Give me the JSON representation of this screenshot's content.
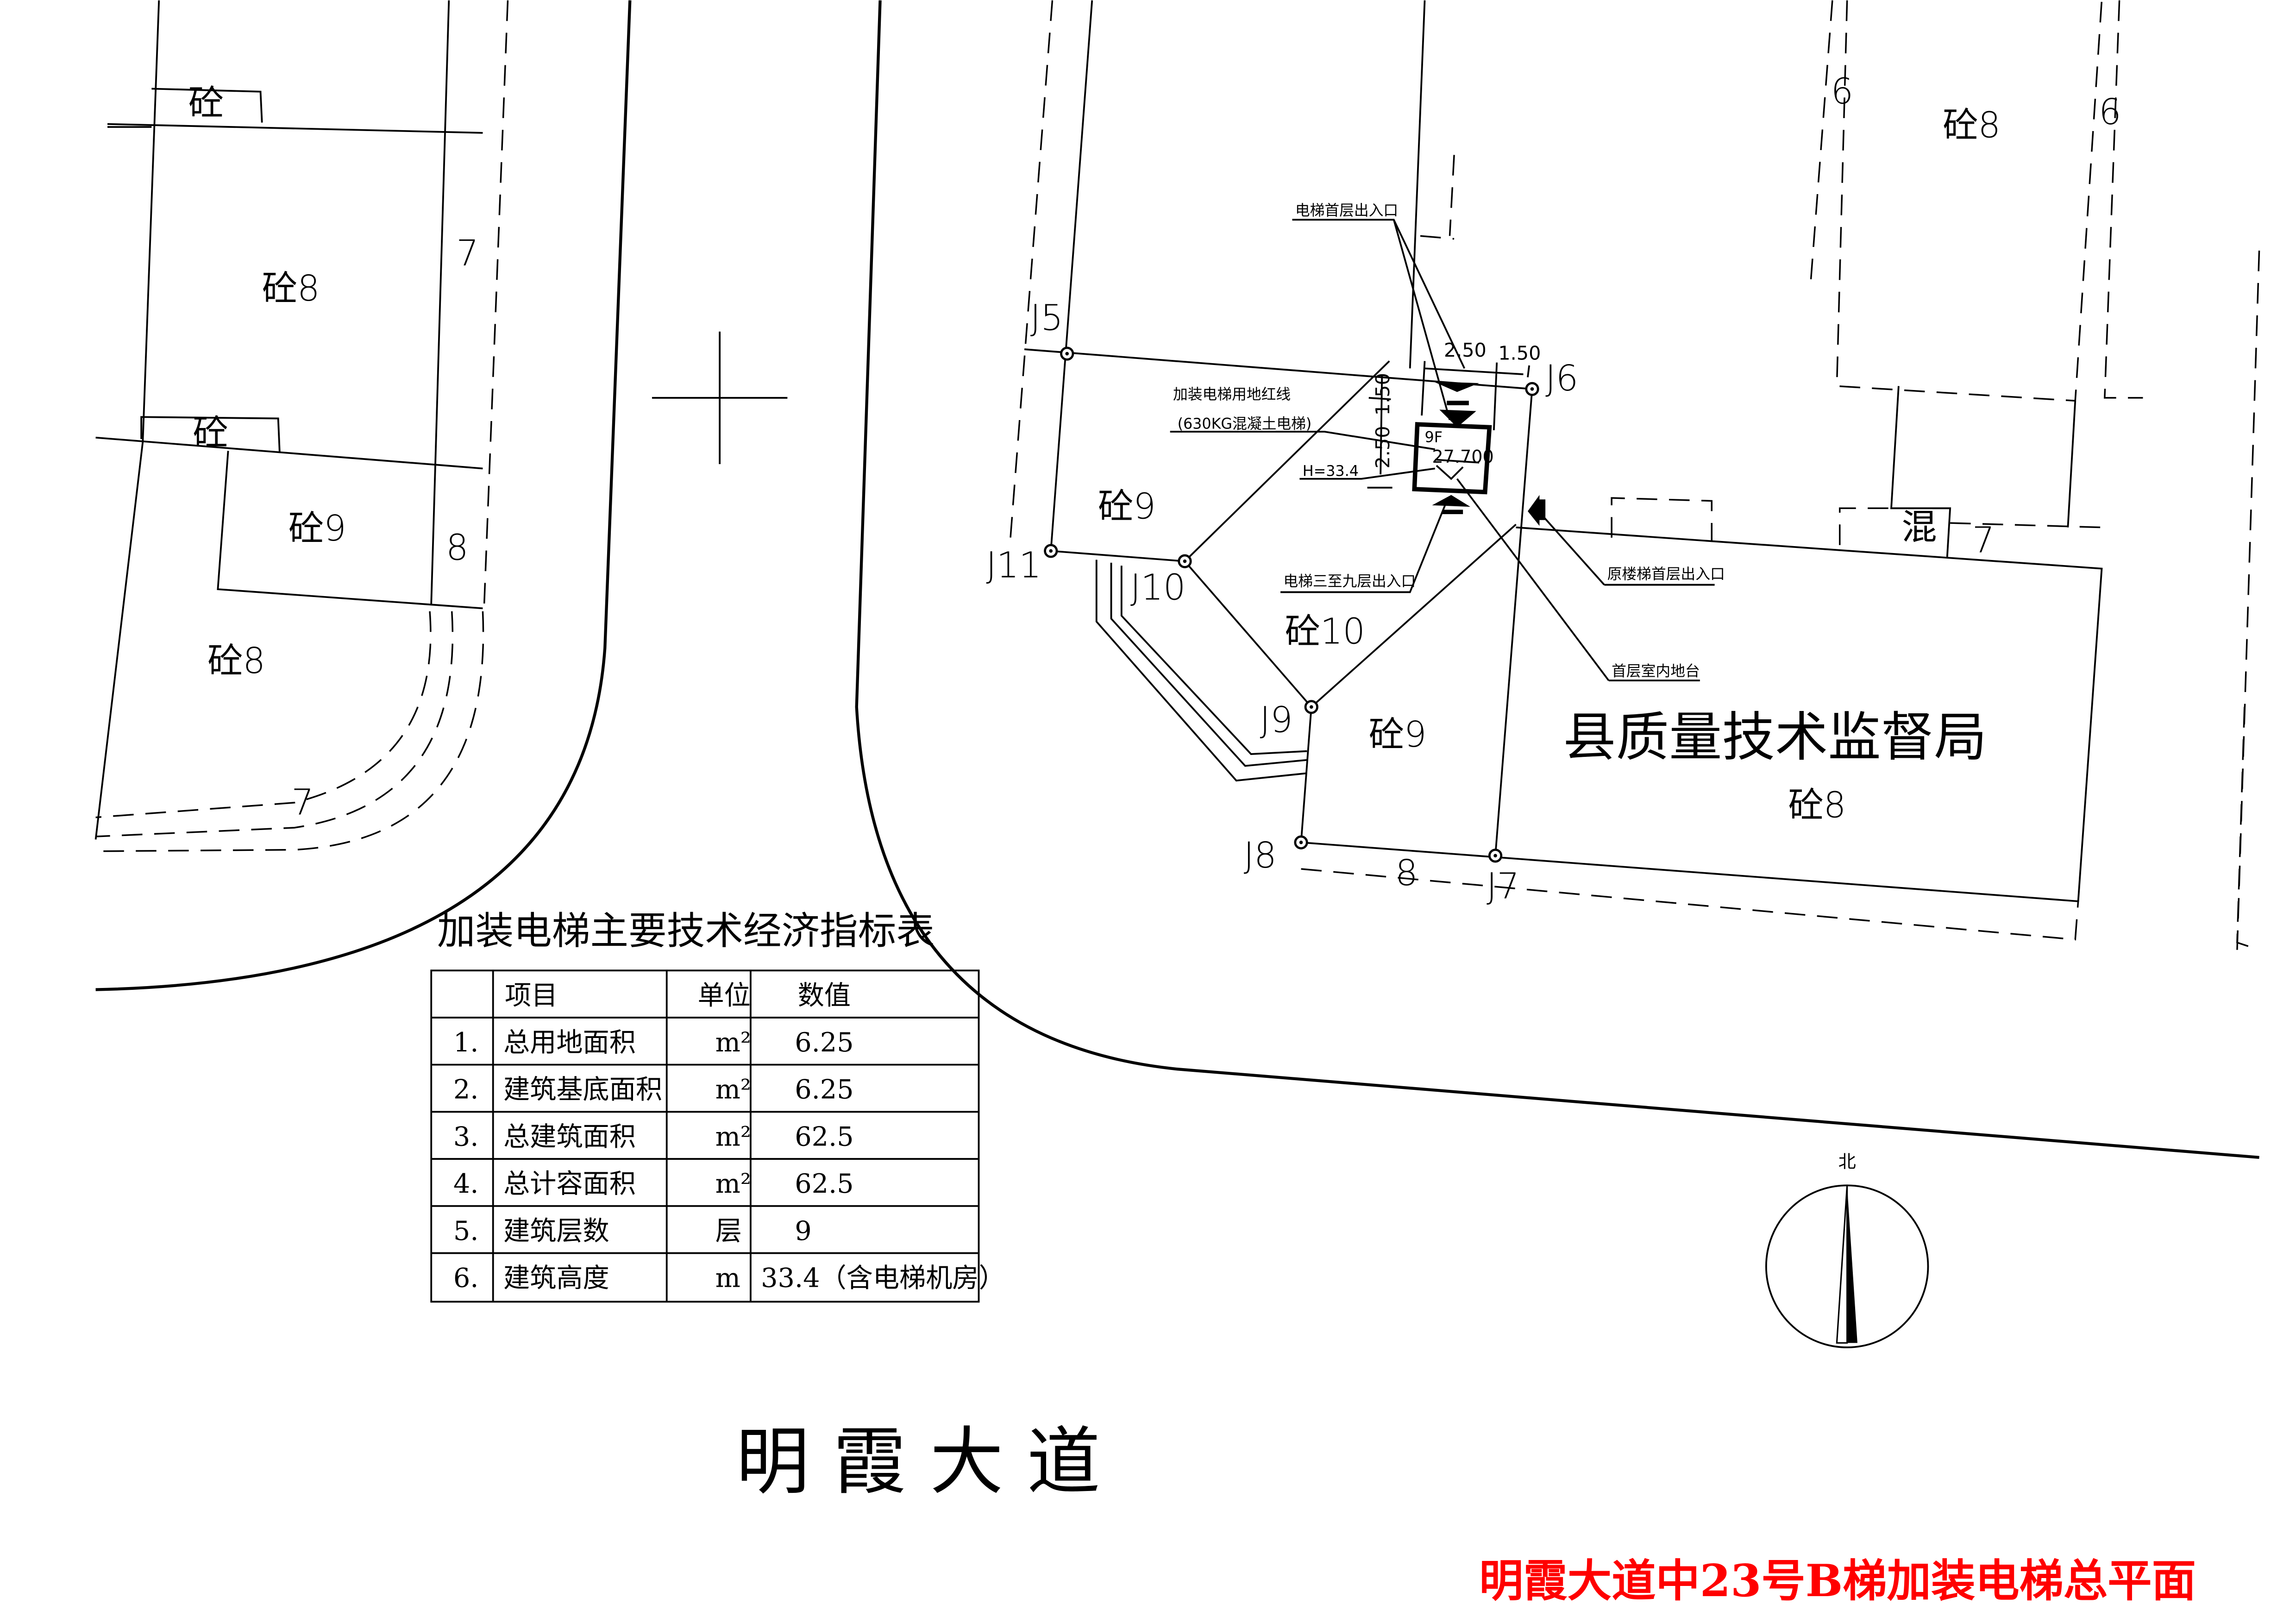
{
  "drawing": {
    "title": "明霞大道中23号B梯加装电梯总平面",
    "title_color": "#ff0000",
    "road_name": "明 霞 大 道",
    "north_label": "北",
    "building_name": "县质量技术监督局"
  },
  "left_block_labels": [
    "砼",
    "砼8",
    "7",
    "砼",
    "砼9",
    "8",
    "砼8",
    "7"
  ],
  "right_block_labels": {
    "b1": "砼9",
    "b2": "砼10",
    "b3": "砼9",
    "b4": "砼8",
    "b5": "8",
    "b6": "砼8",
    "b7": "6",
    "b8": "6",
    "b9": "混",
    "b10": "7"
  },
  "points": {
    "J5": "J5",
    "J6": "J6",
    "J7": "J7",
    "J8": "J8",
    "J9": "J9",
    "J10": "J10",
    "J11": "J11"
  },
  "annotations": {
    "elev_ground_entry": "电梯首层出入口",
    "red_line": "加装电梯用地红线",
    "elev_type": "(630KG混凝土电梯)",
    "height": "H=33.4",
    "floors_entry": "电梯三至九层出入口",
    "orig_stair_entry": "原楼梯首层出入口",
    "ground_floor_level": "首层室内地台",
    "floors": "9F",
    "elevation": "27.700"
  },
  "dimensions": {
    "d1": "2.50",
    "d2": "1.50",
    "d3": "1.50",
    "d4": "2.50"
  },
  "table": {
    "title": "加装电梯主要技术经济指标表",
    "headers": [
      "",
      "项目",
      "单位",
      "数值"
    ],
    "rows": [
      [
        "1.",
        "总用地面积",
        "m²",
        "6.25"
      ],
      [
        "2.",
        "建筑基底面积",
        "m²",
        "6.25"
      ],
      [
        "3.",
        "总建筑面积",
        "m²",
        "62.5"
      ],
      [
        "4.",
        "总计容面积",
        "m²",
        "62.5"
      ],
      [
        "5.",
        "建筑层数",
        "层",
        "9"
      ],
      [
        "6.",
        "建筑高度",
        "m",
        "33.4（含电梯机房）"
      ]
    ]
  }
}
